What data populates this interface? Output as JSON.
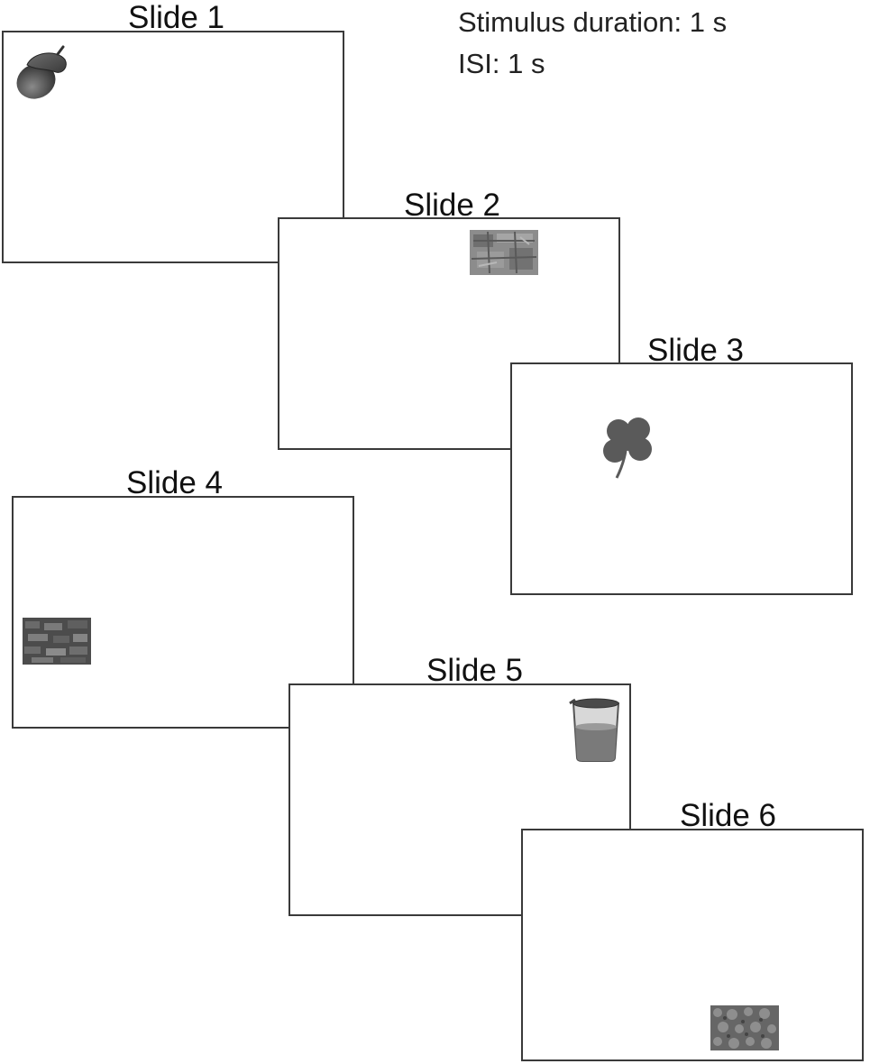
{
  "info": {
    "stimulus_duration": "Stimulus duration: 1 s",
    "isi": "ISI: 1 s"
  },
  "slides": [
    {
      "title": "Slide 1",
      "stimulus": "acorn-icon"
    },
    {
      "title": "Slide 2",
      "stimulus": "texture-patch-icon"
    },
    {
      "title": "Slide 3",
      "stimulus": "clover-icon"
    },
    {
      "title": "Slide 4",
      "stimulus": "texture-patch-icon"
    },
    {
      "title": "Slide 5",
      "stimulus": "beaker-icon"
    },
    {
      "title": "Slide 6",
      "stimulus": "texture-patch-icon"
    }
  ]
}
